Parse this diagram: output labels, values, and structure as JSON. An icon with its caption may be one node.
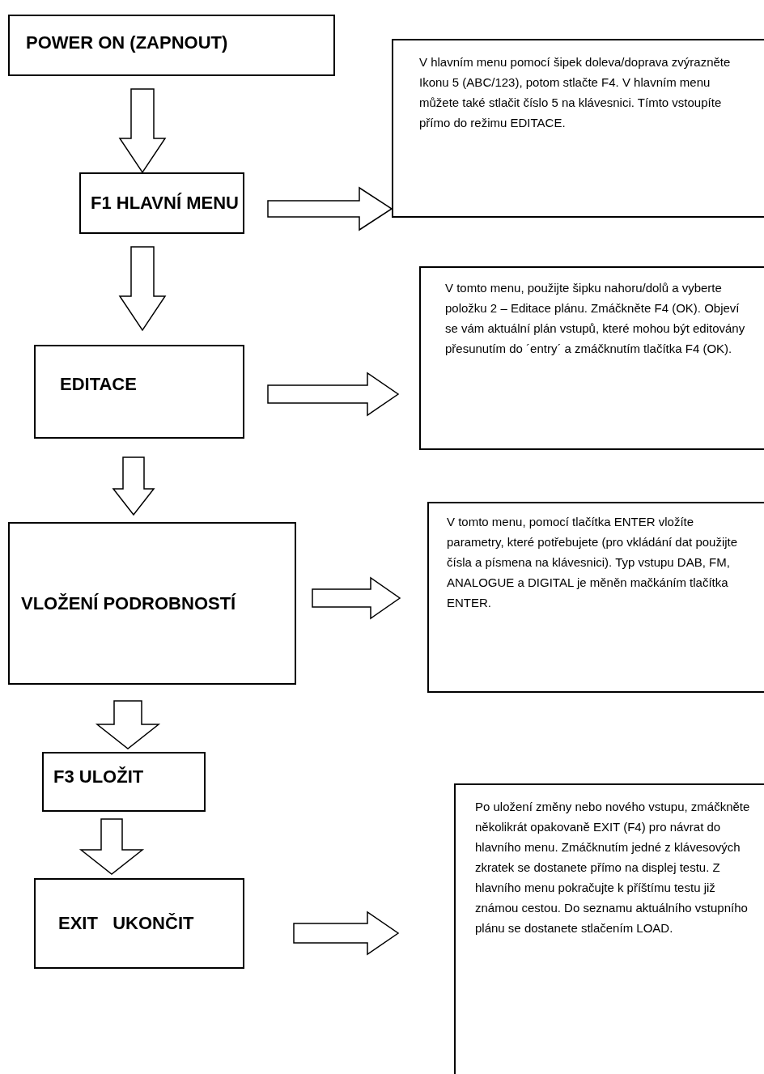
{
  "diagram": {
    "nodes": [
      {
        "text": [
          "POWER ON (ZAPNOUT)"
        ]
      },
      {
        "text": [
          "F1 HLAVNÍ MENU"
        ]
      },
      {
        "text": [
          "V hlavním menu pomocí šipek doleva/doprava zvýrazněte Ikonu 5 (ABC/123), potom stlačte F4. V hlavním menu můžete také stlačit číslo 5 na klávesnici. Tímto vstoupíte přímo do režimu EDITACE."
        ]
      },
      {
        "text": [
          "EDITACE"
        ]
      },
      {
        "text": [
          "V tomto menu, použijte šipku nahoru/dolů a vyberte položku 2 – Editace plánu. Zmáčkněte F4 (OK). Objeví se vám aktuální plán vstupů, které mohou být editovány přesunutím do ´entry´ a zmáčknutím tlačítka F4 (OK)."
        ]
      },
      {
        "text": [
          "VLOŽENÍ PODROBNOSTÍ"
        ]
      },
      {
        "text": [
          "V tomto menu, pomocí tlačítka ENTER vložíte parametry, které potřebujete (pro vkládání dat použijte čísla a písmena na klávesnici). Typ vstupu DAB, FM, ANALOGUE a DIGITAL je měněn mačkáním tlačítka ENTER."
        ]
      },
      {
        "text": [
          "F3 ULOŽIT"
        ]
      },
      {
        "text": [
          "EXIT   UKONČIT"
        ]
      },
      {
        "text": [
          "Po uložení změny nebo nového vstupu, zmáčkněte několikrát opakovaně EXIT (F4) pro návrat do hlavního menu. Zmáčknutím jedné z klávesových zkratek se dostanete přímo na displej testu. Z hlavního menu pokračujte k příštímu testu již známou cestou. Do seznamu aktuálního vstupního plánu se dostanete stlačením LOAD."
        ]
      }
    ],
    "edges": [
      {
        "from": 0,
        "to": 1,
        "arrow": "to"
      },
      {
        "from": 1,
        "to": 2,
        "arrow": "to"
      },
      {
        "from": 1,
        "to": 3,
        "arrow": "to"
      },
      {
        "from": 3,
        "to": 4,
        "arrow": "to"
      },
      {
        "from": 3,
        "to": 5,
        "arrow": "to"
      },
      {
        "from": 5,
        "to": 6,
        "arrow": "to"
      },
      {
        "from": 5,
        "to": 7,
        "arrow": "to"
      },
      {
        "from": 7,
        "to": 8,
        "arrow": "to"
      },
      {
        "from": 8,
        "to": 9,
        "arrow": "to"
      }
    ]
  }
}
